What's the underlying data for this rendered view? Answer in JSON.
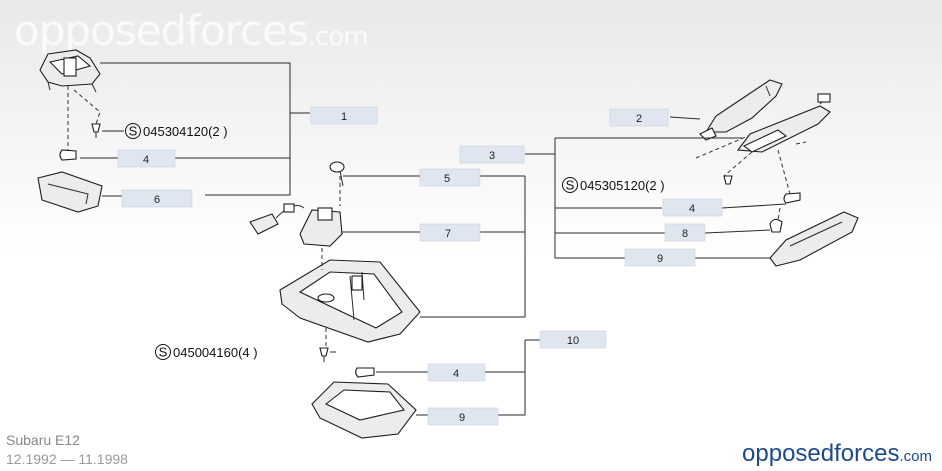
{
  "watermark": {
    "main": "opposedforces",
    "suffix": ".com"
  },
  "vehicle": {
    "model": "Subaru E12",
    "production": "12.1992 — 11.1998"
  },
  "brand": {
    "main": "opposedforces",
    "suffix": ".com"
  },
  "callouts": [
    {
      "id": "callout-1",
      "label": "1"
    },
    {
      "id": "callout-2",
      "label": "2"
    },
    {
      "id": "callout-3",
      "label": "3"
    },
    {
      "id": "callout-4a",
      "label": "4"
    },
    {
      "id": "callout-4b",
      "label": "4"
    },
    {
      "id": "callout-4c",
      "label": "4"
    },
    {
      "id": "callout-5",
      "label": "5"
    },
    {
      "id": "callout-6",
      "label": "6"
    },
    {
      "id": "callout-7",
      "label": "7"
    },
    {
      "id": "callout-8",
      "label": "8"
    },
    {
      "id": "callout-9a",
      "label": "9"
    },
    {
      "id": "callout-9b",
      "label": "9"
    },
    {
      "id": "callout-10",
      "label": "10"
    }
  ],
  "specs": [
    {
      "id": "screw-a",
      "symbol": "S",
      "text": "045304120(2 )"
    },
    {
      "id": "screw-b",
      "symbol": "S",
      "text": "045305120(2 )"
    },
    {
      "id": "screw-c",
      "symbol": "S",
      "text": "045004160(4 )"
    }
  ]
}
